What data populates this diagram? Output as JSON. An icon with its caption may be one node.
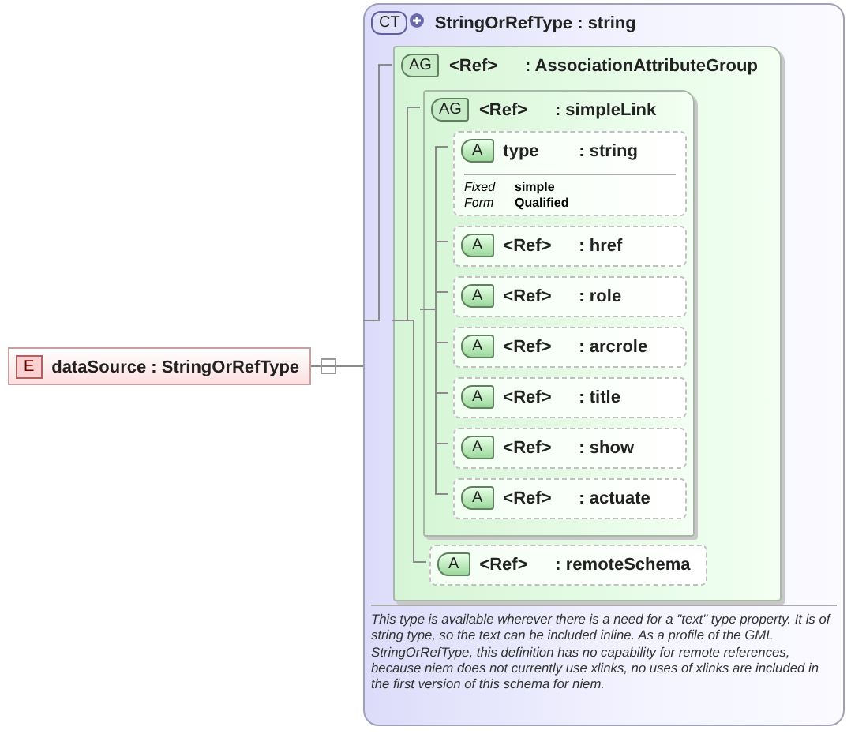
{
  "diagram": {
    "nodes": [
      {
        "text": [
          "E",
          "dataSource : StringOrRefType"
        ]
      },
      {
        "text": [
          "CT",
          "StringOrRefType : string",
          "This type is available wherever there is a need for a \"text\" type property. It is of string type, so the text can be included inline. As a profile of the GML StringOrRefType, this definition has no capability for remote references, because niem does not currently use xlinks, no uses of xlinks are included in the first version of this schema for niem."
        ]
      },
      {
        "text": [
          "AG",
          "<Ref>",
          ": AssociationAttributeGroup"
        ],
        "in": 1
      },
      {
        "text": [
          "AG",
          "<Ref>",
          ": simpleLink"
        ],
        "in": 2
      },
      {
        "text": [
          "A",
          "type",
          ": string",
          "Fixed",
          "simple",
          "Form",
          "Qualified"
        ],
        "in": 3
      },
      {
        "text": [
          "A",
          "<Ref>",
          ": href"
        ],
        "in": 3
      },
      {
        "text": [
          "A",
          "<Ref>",
          ": role"
        ],
        "in": 3
      },
      {
        "text": [
          "A",
          "<Ref>",
          ": arcrole"
        ],
        "in": 3
      },
      {
        "text": [
          "A",
          "<Ref>",
          ": title"
        ],
        "in": 3
      },
      {
        "text": [
          "A",
          "<Ref>",
          ": show"
        ],
        "in": 3
      },
      {
        "text": [
          "A",
          "<Ref>",
          ": actuate"
        ],
        "in": 3
      },
      {
        "text": [
          "A",
          "<Ref>",
          ": remoteSchema"
        ],
        "in": 2
      }
    ],
    "edges": [
      {
        "from": 0,
        "to": 1,
        "arrow": "none"
      },
      {
        "from": 1,
        "to": 2,
        "arrow": "none"
      },
      {
        "from": 2,
        "to": 3,
        "arrow": "none"
      },
      {
        "from": 3,
        "to": 4,
        "arrow": "none"
      },
      {
        "from": 3,
        "to": 5,
        "arrow": "none"
      },
      {
        "from": 3,
        "to": 6,
        "arrow": "none"
      },
      {
        "from": 3,
        "to": 7,
        "arrow": "none"
      },
      {
        "from": 3,
        "to": 8,
        "arrow": "none"
      },
      {
        "from": 3,
        "to": 9,
        "arrow": "none"
      },
      {
        "from": 3,
        "to": 10,
        "arrow": "none"
      },
      {
        "from": 2,
        "to": 11,
        "arrow": "none"
      }
    ]
  }
}
